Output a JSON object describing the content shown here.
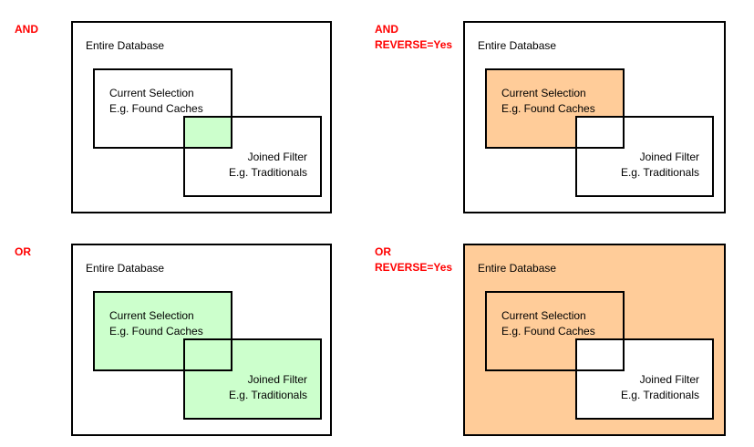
{
  "colors": {
    "label_red": "#ff0000",
    "included_green": "#ccffcc",
    "included_orange": "#ffcc99",
    "border": "#000000",
    "background": "#ffffff"
  },
  "panels": [
    {
      "label_lines": [
        "AND"
      ],
      "database": "Entire Database",
      "selection": [
        "Current Selection",
        "E.g. Found Caches"
      ],
      "filter": [
        "Joined Filter",
        "E.g. Traditionals"
      ]
    },
    {
      "label_lines": [
        "AND",
        "REVERSE=Yes"
      ],
      "database": "Entire Database",
      "selection": [
        "Current Selection",
        "E.g. Found Caches"
      ],
      "filter": [
        "Joined Filter",
        "E.g. Traditionals"
      ]
    },
    {
      "label_lines": [
        "OR"
      ],
      "database": "Entire Database",
      "selection": [
        "Current Selection",
        "E.g. Found Caches"
      ],
      "filter": [
        "Joined Filter",
        "E.g. Traditionals"
      ]
    },
    {
      "label_lines": [
        "OR",
        "REVERSE=Yes"
      ],
      "database": "Entire Database",
      "selection": [
        "Current Selection",
        "E.g. Found Caches"
      ],
      "filter": [
        "Joined Filter",
        "E.g. Traditionals"
      ]
    }
  ]
}
